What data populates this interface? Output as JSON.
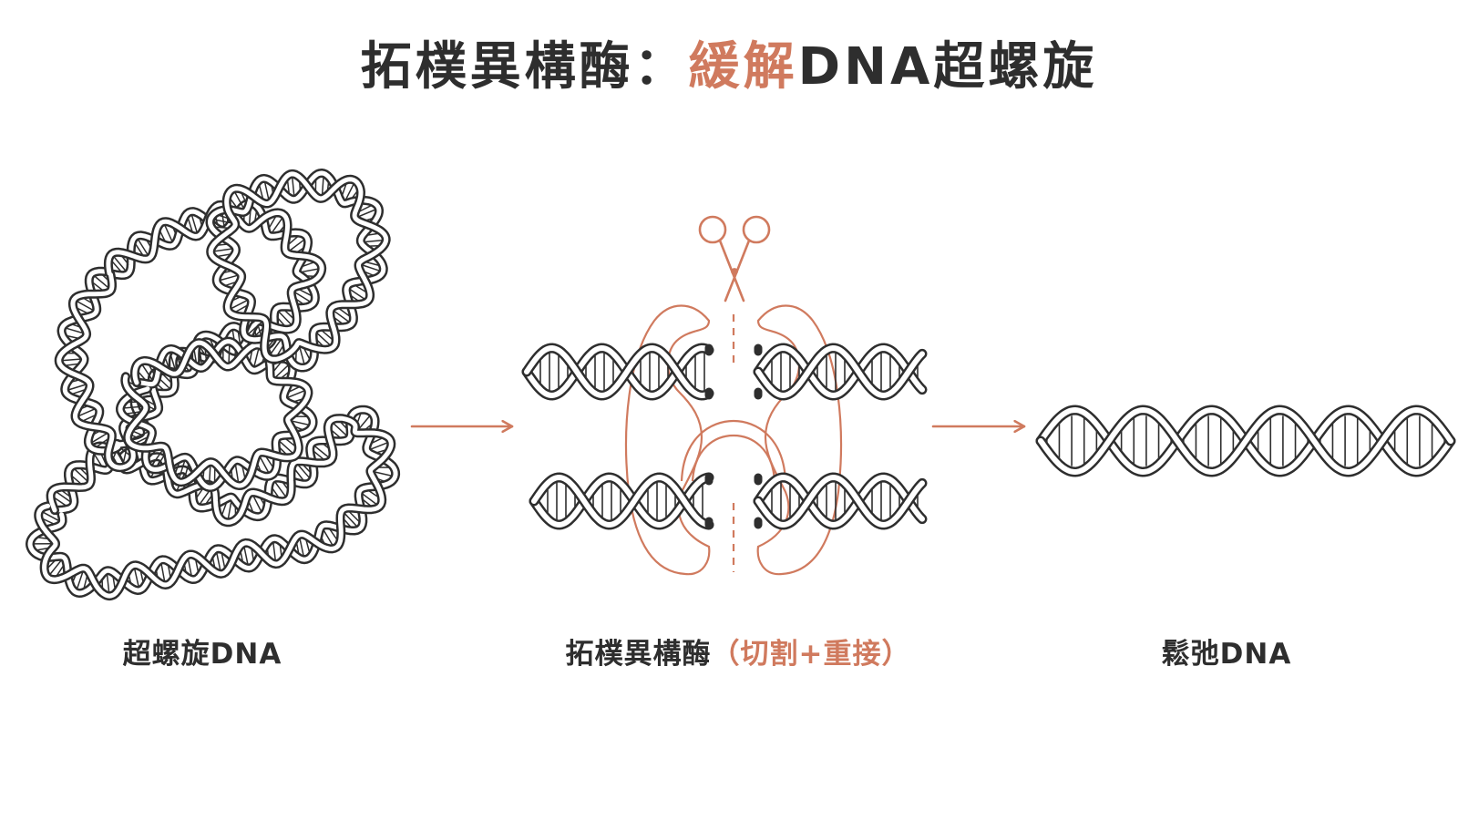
{
  "title": {
    "main": "拓樸異構酶：",
    "highlight": "緩解",
    "tail": "DNA超螺旋"
  },
  "captions": {
    "left": "超螺旋DNA",
    "middle_main": "拓樸異構酶",
    "middle_note": "（切割+重接）",
    "right": "鬆弛DNA"
  },
  "colors": {
    "accent": "#d07a5e",
    "line": "#2e2e2e",
    "fill": "#ffffff"
  },
  "icons": [
    "scissors-icon",
    "arrow-right-icon",
    "dna-helix-icon",
    "enzyme-icon"
  ]
}
